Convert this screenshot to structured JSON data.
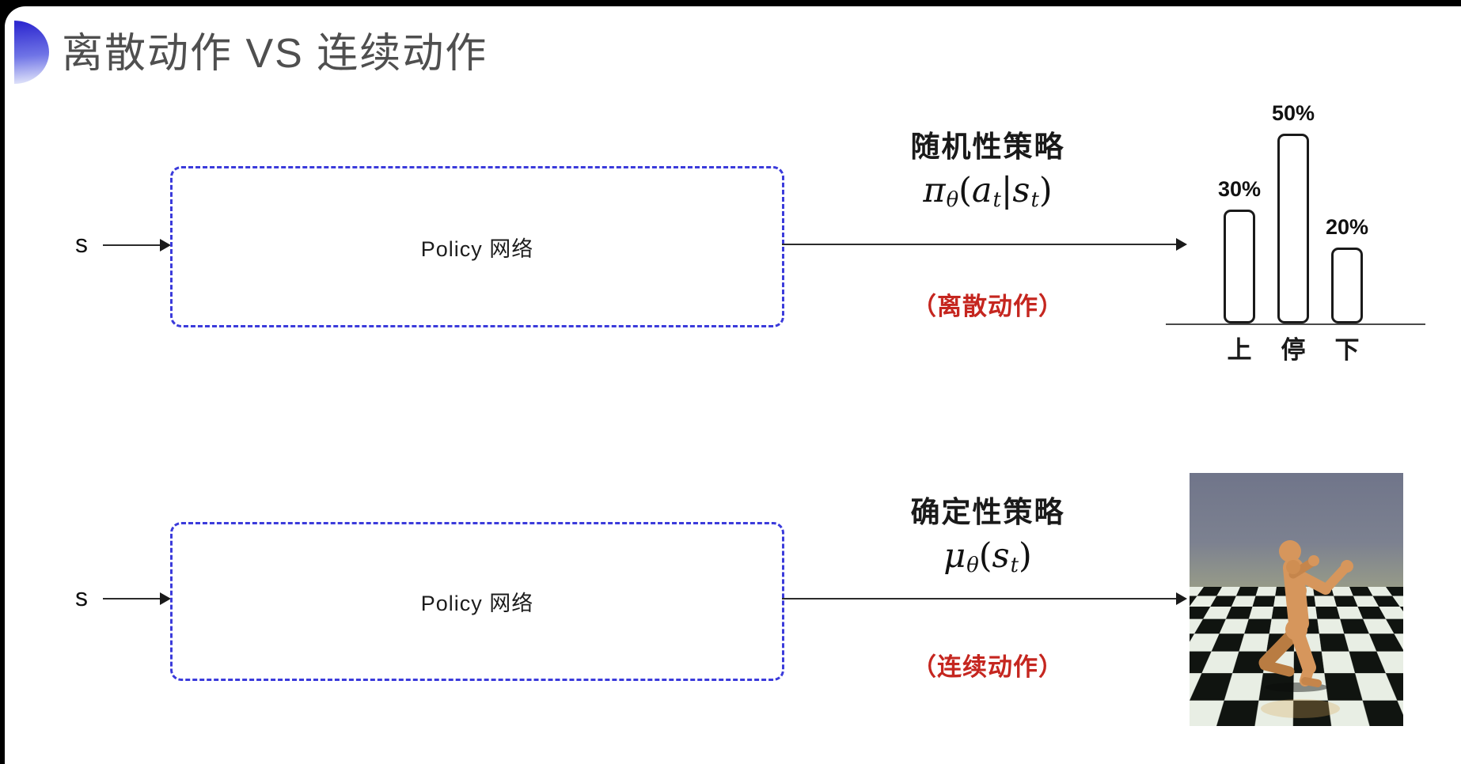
{
  "slide": {
    "title": "离散动作 VS 连续动作",
    "title_color": "#4f4f4f",
    "accent_icon": "blue-half-disc",
    "accent_color_top": "#2f2ad0",
    "accent_color_bottom": "#e9ecfb",
    "dash_color": "#3b3bdb",
    "note_red": "#c5261f"
  },
  "diagram": {
    "rows": [
      {
        "input_label": "s",
        "box_label": "Policy 网络",
        "policy_type": "随机性策略",
        "formula": {
          "text": "πθ(at|st)",
          "segments": [
            {
              "text": "π",
              "italic": true
            },
            {
              "text": "θ",
              "sub": true,
              "italic": true
            },
            {
              "text": "("
            },
            {
              "text": "a",
              "italic": true
            },
            {
              "text": "t",
              "sub": true,
              "italic": true
            },
            {
              "text": "|"
            },
            {
              "text": "s",
              "italic": true
            },
            {
              "text": "t",
              "sub": true,
              "italic": true
            },
            {
              "text": ")"
            }
          ]
        },
        "action_note": "（离散动作）"
      },
      {
        "input_label": "s",
        "box_label": "Policy 网络",
        "policy_type": "确定性策略",
        "formula": {
          "text": "μθ(st)",
          "segments": [
            {
              "text": "μ",
              "italic": true
            },
            {
              "text": "θ",
              "sub": true,
              "italic": true
            },
            {
              "text": "("
            },
            {
              "text": "s",
              "italic": true
            },
            {
              "text": "t",
              "sub": true,
              "italic": true
            },
            {
              "text": ")"
            }
          ]
        },
        "action_note": "（连续动作）"
      }
    ]
  },
  "chart_data": {
    "type": "bar",
    "categories": [
      "上",
      "停",
      "下"
    ],
    "values": [
      30,
      50,
      20
    ],
    "value_labels": [
      "30%",
      "50%",
      "20%"
    ],
    "title": "",
    "xlabel": "",
    "ylabel": "",
    "ylim": [
      0,
      55
    ],
    "grid": false,
    "bar_fill": "#ffffff",
    "bar_border": "#1a1a1a"
  },
  "render_image": {
    "description": "MuJoCo humanoid running on checkerboard floor",
    "sky_top": "#70758a",
    "sky_bottom": "#979b88",
    "floor_light": "#e8eee4",
    "floor_dark": "#101410",
    "body_color": "#d6965c"
  }
}
